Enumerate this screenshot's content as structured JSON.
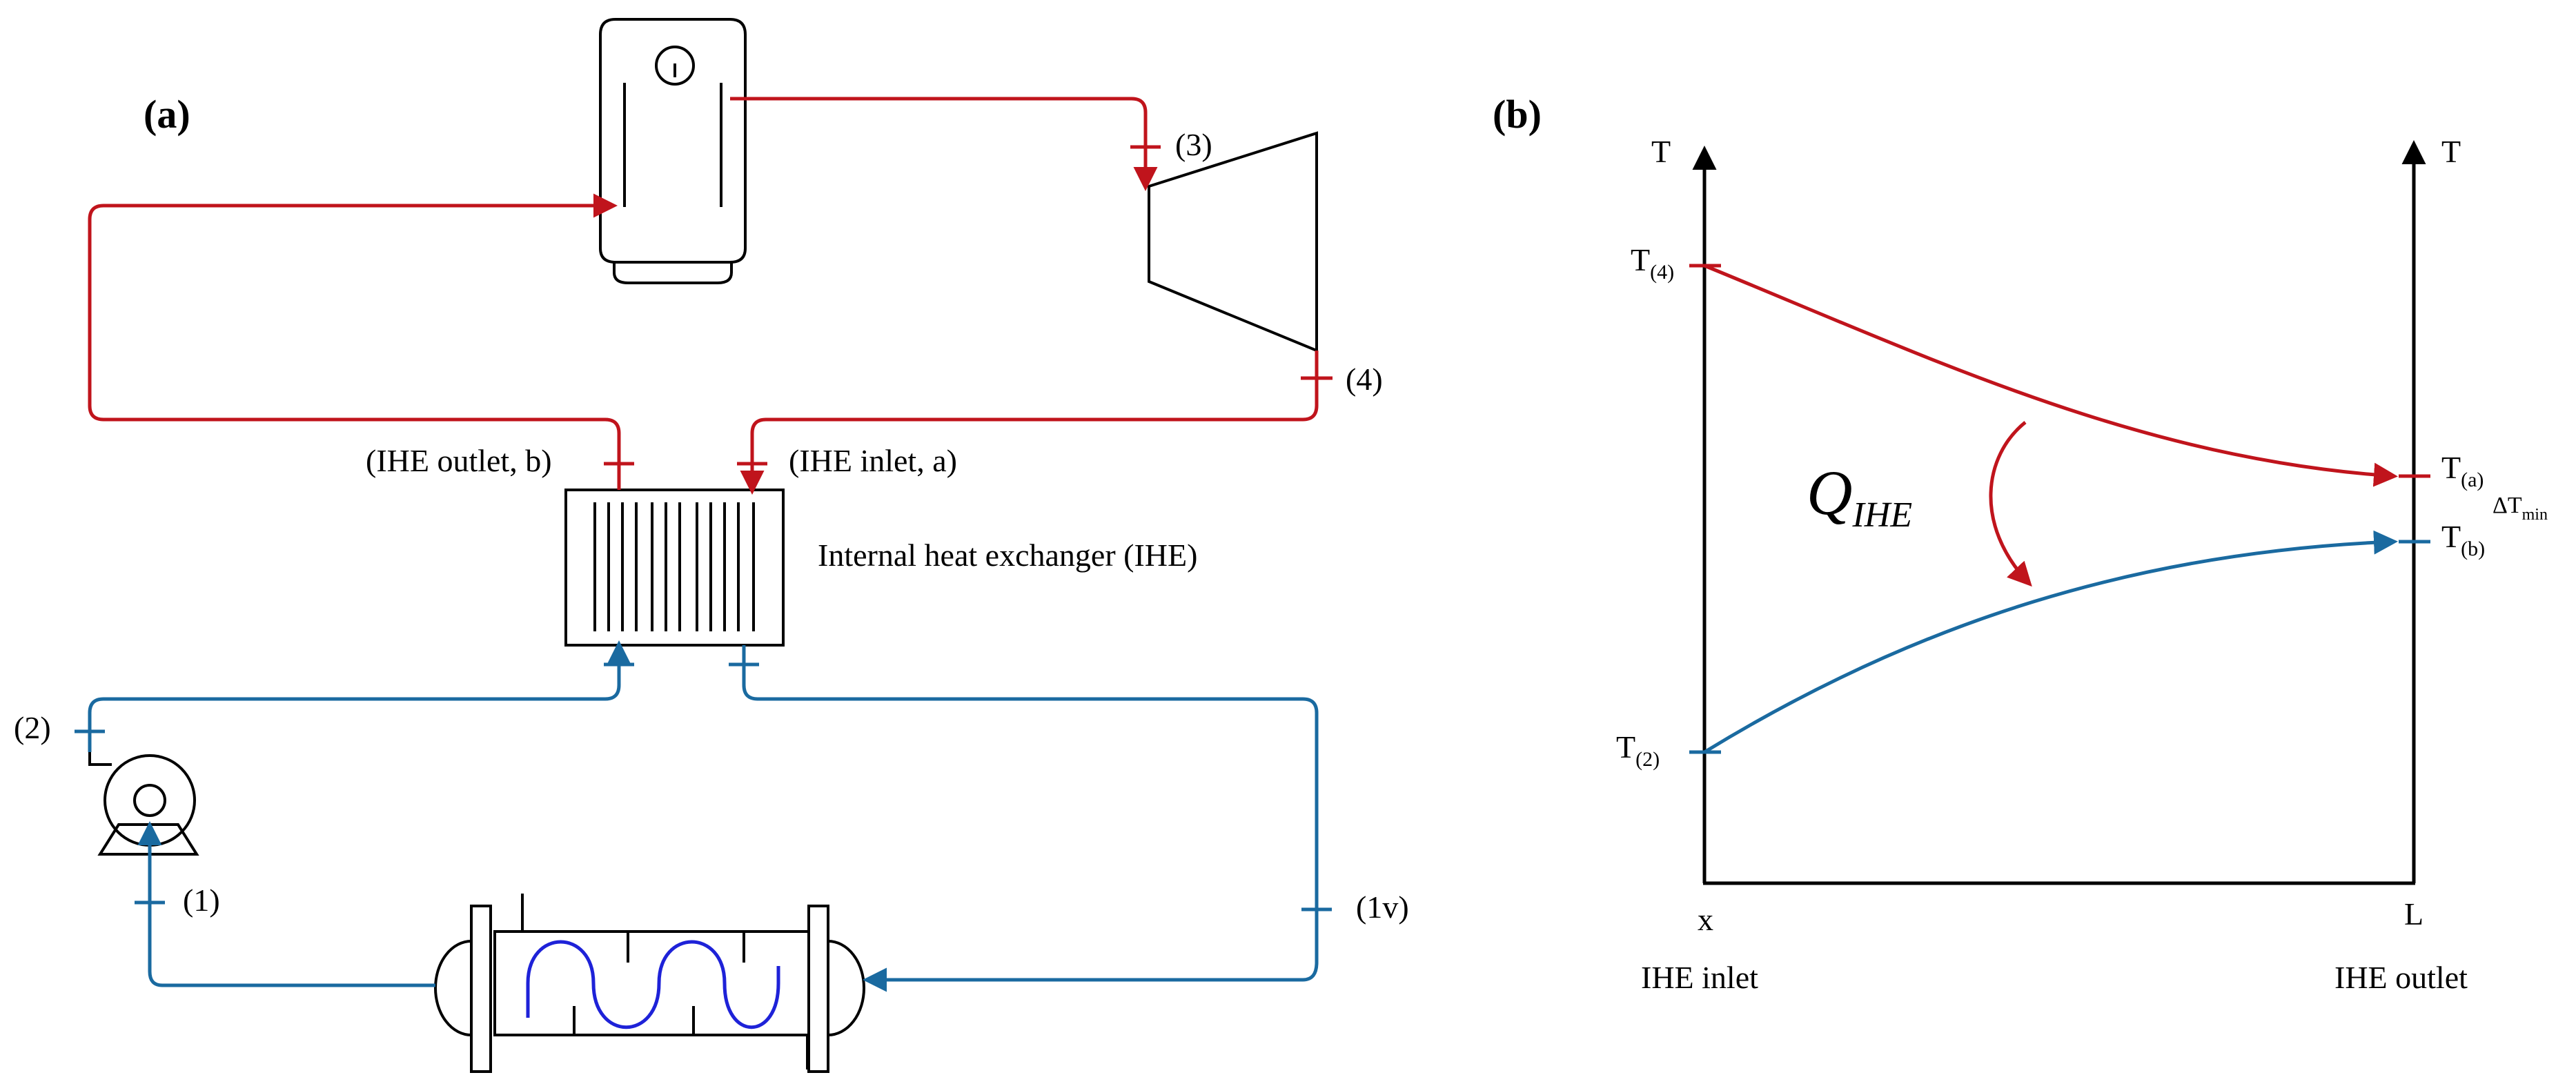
{
  "panel_a": {
    "label": "(a)",
    "points": {
      "p1": "(1)",
      "p2": "(2)",
      "p3": "(3)",
      "p4": "(4)",
      "p1v": "(1v)",
      "ihe_outlet": "(IHE outlet, b)",
      "ihe_inlet": "(IHE inlet, a)"
    },
    "ihe_label": "Internal heat exchanger (IHE)"
  },
  "panel_b": {
    "label": "(b)",
    "axis_left": "T",
    "axis_right": "T",
    "x_start": "x",
    "x_end": "L",
    "inlet_label": "IHE inlet",
    "outlet_label": "IHE outlet",
    "t4": {
      "main": "T",
      "sub": "(4)"
    },
    "t2": {
      "main": "T",
      "sub": "(2)"
    },
    "ta": {
      "main": "T",
      "sub": "(a)"
    },
    "tb": {
      "main": "T",
      "sub": "(b)"
    },
    "dt": {
      "main": "ΔT",
      "sub": "min"
    },
    "q": {
      "main": "Q",
      "sub": "IHE"
    }
  },
  "colors": {
    "hot": "#c0141c",
    "cold": "#1a6aa0",
    "coil": "#1e22d8",
    "line": "#000000"
  }
}
